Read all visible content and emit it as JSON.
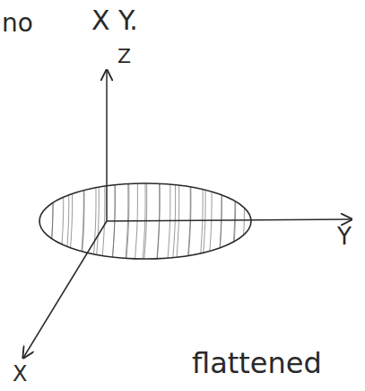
{
  "diagram": {
    "labels": [
      "no",
      "X Y.",
      "Z",
      "Y",
      "X",
      "flattened"
    ]
  }
}
